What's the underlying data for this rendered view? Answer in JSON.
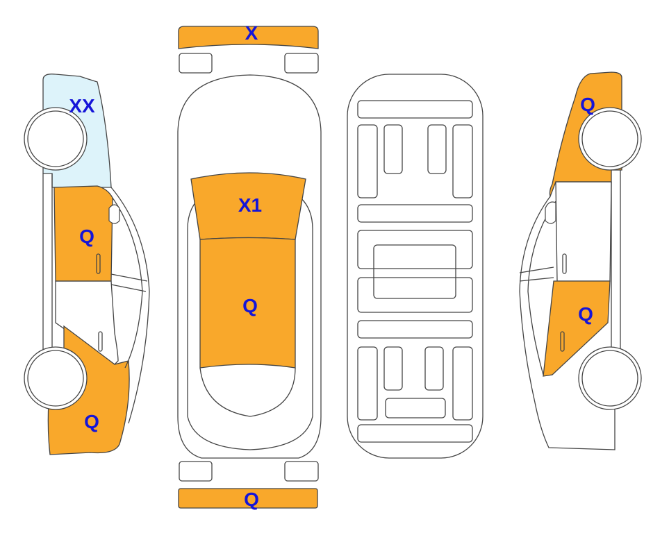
{
  "colors": {
    "damage": "#F9A82B",
    "glass": "#DDF3FA",
    "label": "#1515D8",
    "outline": "#444444"
  },
  "diagram": {
    "left_side": {
      "rear_glass_label": "XX",
      "rear_door_label": "Q",
      "front_fender_label": "Q"
    },
    "top_view": {
      "front_bumper_label": "X",
      "windshield_label": "X1",
      "hood_label": "Q",
      "rear_bumper_label": "Q"
    },
    "right_side": {
      "rear_quarter_label": "Q",
      "front_door_label": "Q"
    }
  }
}
